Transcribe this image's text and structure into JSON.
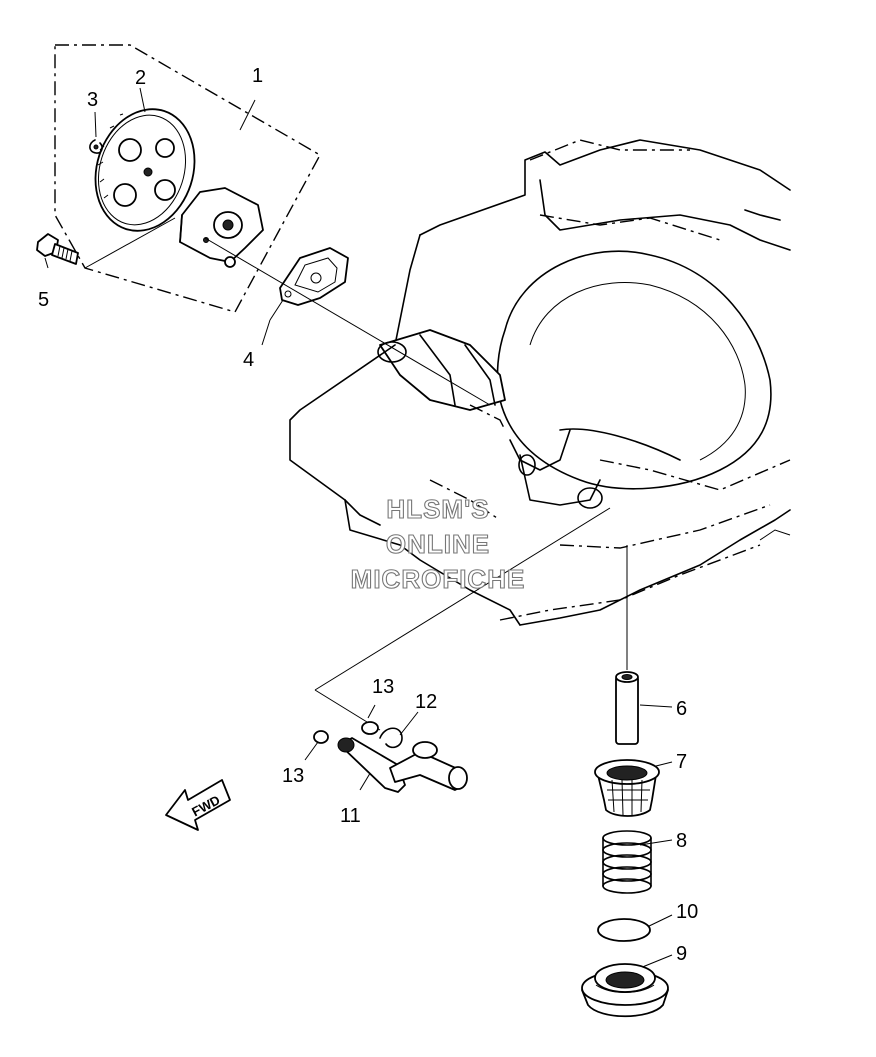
{
  "watermark": {
    "line1": "HLSM'S",
    "line2": "ONLINE",
    "line3": "MICROFICHE"
  },
  "fwd_label": "FWD",
  "callouts": {
    "c1": "1",
    "c2": "2",
    "c3": "3",
    "c4": "4",
    "c5": "5",
    "c6": "6",
    "c7": "7",
    "c8": "8",
    "c9": "9",
    "c10": "10",
    "c11": "11",
    "c12": "12",
    "c13a": "13",
    "c13b": "13"
  }
}
